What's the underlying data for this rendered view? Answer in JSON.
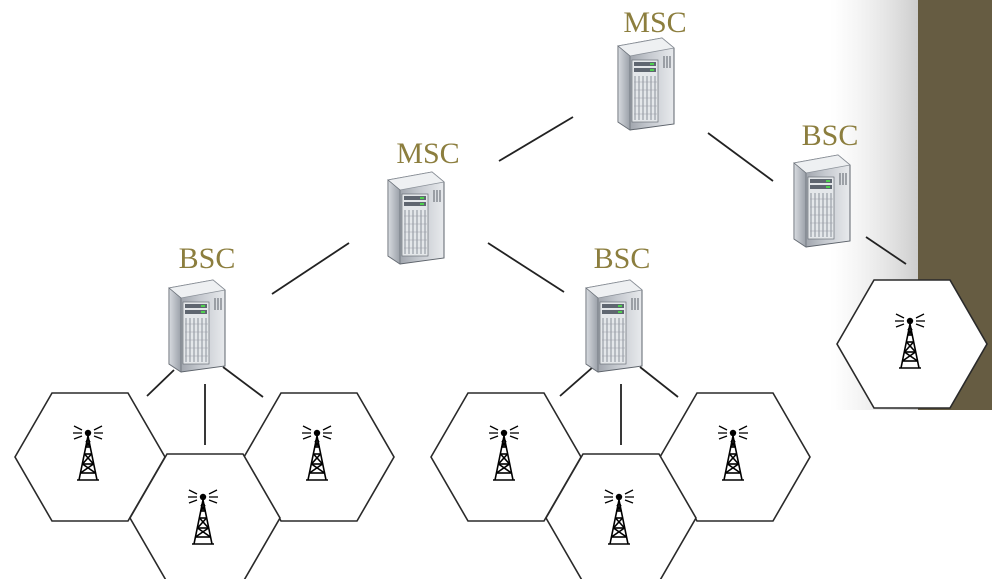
{
  "colors": {
    "label": "#8c7e3e",
    "side_bar": "#665c42",
    "line": "#222222",
    "server_body": "#a7acb4",
    "server_front": "#7d8590"
  },
  "nodes": {
    "msc_top": {
      "label": "MSC",
      "icon": "server-icon"
    },
    "msc_mid": {
      "label": "MSC",
      "icon": "server-icon"
    },
    "bsc_left": {
      "label": "BSC",
      "icon": "server-icon"
    },
    "bsc_center": {
      "label": "BSC",
      "icon": "server-icon"
    },
    "bsc_right": {
      "label": "BSC",
      "icon": "server-icon"
    }
  },
  "cells": {
    "icon": "cell-tower-icon",
    "count": 7
  }
}
